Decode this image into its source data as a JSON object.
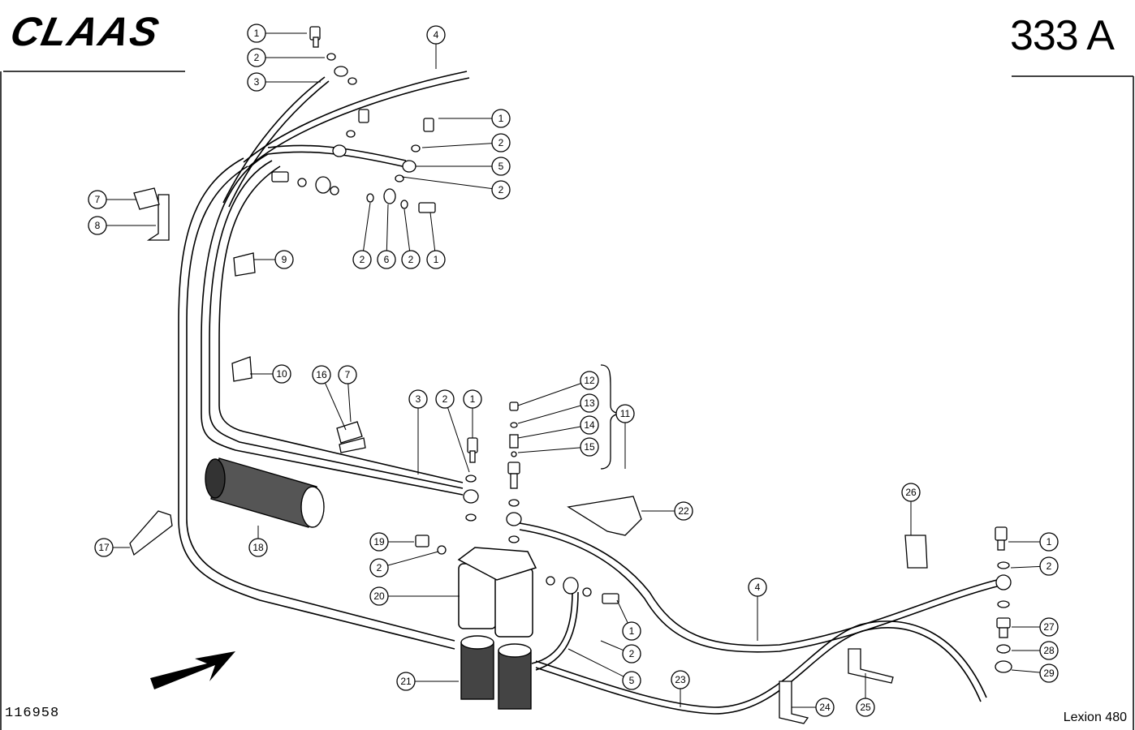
{
  "header": {
    "brand": "CLAAS",
    "page_code": "333 A"
  },
  "footer": {
    "document_number": "116958",
    "model": "Lexion 480"
  },
  "callouts": [
    "1",
    "2",
    "3",
    "4",
    "5",
    "6",
    "7",
    "8",
    "9",
    "10",
    "11",
    "12",
    "13",
    "14",
    "15",
    "16",
    "17",
    "18",
    "19",
    "20",
    "21",
    "22",
    "23",
    "24",
    "25",
    "26",
    "27",
    "28",
    "29"
  ]
}
